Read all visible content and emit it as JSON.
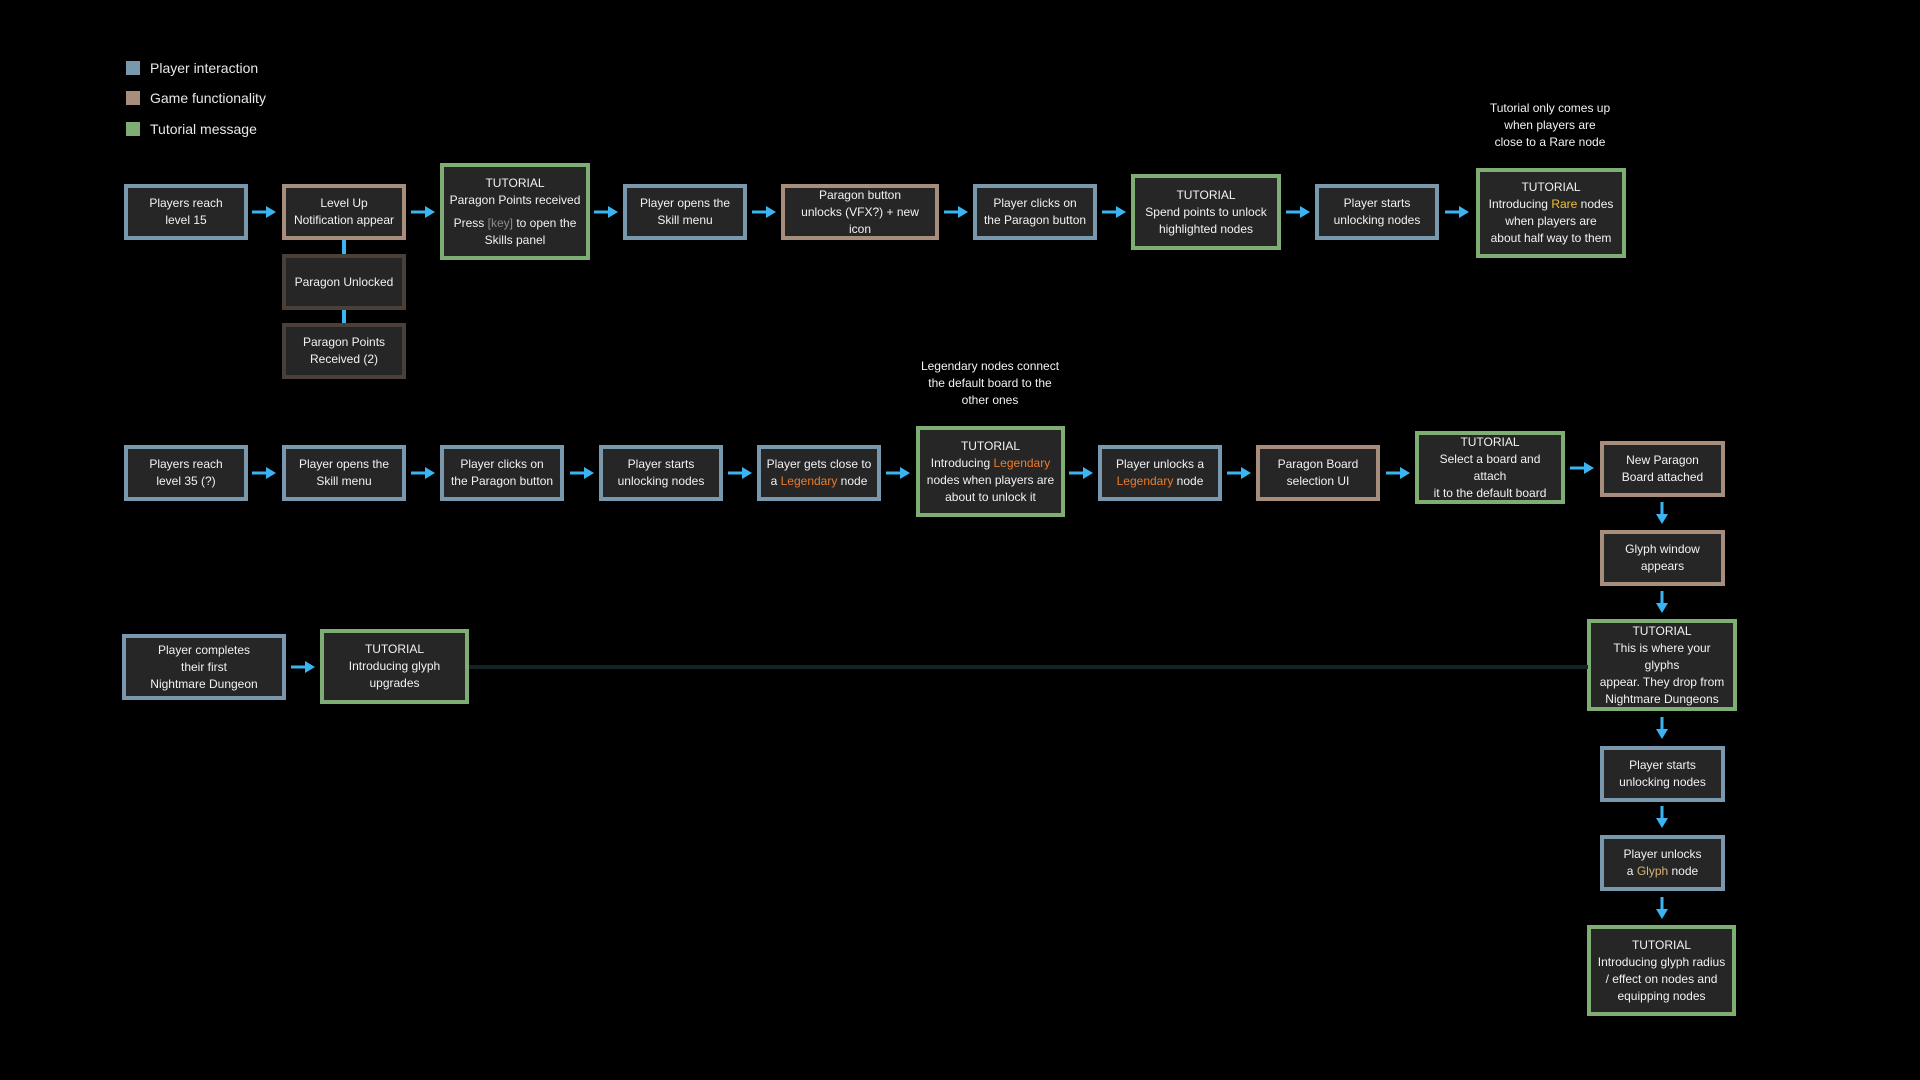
{
  "legend": [
    {
      "label": "Player interaction",
      "color": "#7a98ad"
    },
    {
      "label": "Game functionality",
      "color": "#a78d7c"
    },
    {
      "label": "Tutorial message",
      "color": "#7fae75"
    }
  ],
  "colors": {
    "player": "#7a98ad",
    "game": "#a78d7c",
    "tutorial": "#7fae75",
    "arrow": "#3bb4f2",
    "rare": "#f0c23a",
    "legendary": "#f07a2a",
    "glyph": "#d8b37a"
  },
  "row1": {
    "n1": {
      "line1": "Players reach",
      "line2": "level 15"
    },
    "n2": {
      "line1": "Level Up",
      "line2": "Notification appear"
    },
    "n2a": {
      "line1": "Paragon Unlocked"
    },
    "n2b": {
      "line1": "Paragon Points",
      "line2": "Received (2)"
    },
    "t1": {
      "heading": "TUTORIAL",
      "line1": "Paragon Points received",
      "pre": "Press ",
      "key": "[key]",
      "post": " to open the",
      "line3": "Skills panel"
    },
    "n3": {
      "line1": "Player opens the",
      "line2": "Skill menu"
    },
    "n4": {
      "line1": "Paragon button",
      "line2": "unlocks (VFX?) + new icon"
    },
    "n5": {
      "line1": "Player clicks on",
      "line2": "the Paragon button"
    },
    "t2": {
      "heading": "TUTORIAL",
      "line1": "Spend points to unlock",
      "line2": "highlighted nodes"
    },
    "n6": {
      "line1": "Player starts",
      "line2": "unlocking nodes"
    },
    "t3_note": {
      "line1": "Tutorial only comes up",
      "line2": "when players are",
      "line3": "close to a Rare node"
    },
    "t3": {
      "heading": "TUTORIAL",
      "pre": "Introducing ",
      "hl": "Rare",
      "post": " nodes",
      "line2": "when players are",
      "line3": "about half way to them"
    }
  },
  "row2": {
    "n1": {
      "line1": "Players reach",
      "line2": "level 35 (?)"
    },
    "n2": {
      "line1": "Player opens the",
      "line2": "Skill menu"
    },
    "n3": {
      "line1": "Player clicks on",
      "line2": "the Paragon button"
    },
    "n4": {
      "line1": "Player starts",
      "line2": "unlocking nodes"
    },
    "n5": {
      "line1": "Player gets close to",
      "pre": "a ",
      "hl": "Legendary",
      "post": " node"
    },
    "t1_note": {
      "line1": "Legendary nodes connect",
      "line2": "the default board to the",
      "line3": "other ones"
    },
    "t1": {
      "heading": "TUTORIAL",
      "pre": "Introducing ",
      "hl": "Legendary",
      "line2": "nodes when players are",
      "line3": "about to unlock it"
    },
    "n6": {
      "line1": "Player unlocks a",
      "hl": "Legendary",
      "post": " node"
    },
    "n7": {
      "line1": "Paragon Board",
      "line2": "selection UI"
    },
    "t2": {
      "heading": "TUTORIAL",
      "line1": "Select a board and attach",
      "line2": "it to the default board"
    }
  },
  "column": {
    "n1": {
      "line1": "New Paragon",
      "line2": "Board attached"
    },
    "n2": {
      "line1": "Glyph window",
      "line2": "appears"
    },
    "t1": {
      "heading": "TUTORIAL",
      "line1": "This is where your glyphs",
      "line2": "appear. They drop from",
      "line3": "Nightmare Dungeons"
    },
    "n3": {
      "line1": "Player starts",
      "line2": "unlocking nodes"
    },
    "n4": {
      "line1": "Player unlocks",
      "pre": "a ",
      "hl": "Glyph",
      "post": " node"
    },
    "t2": {
      "heading": "TUTORIAL",
      "line1": "Introducing glyph radius",
      "line2": "/ effect on nodes and",
      "line3": "equipping nodes"
    }
  },
  "row3": {
    "n1": {
      "line1": "Player completes",
      "line2": "their first",
      "line3": "Nightmare Dungeon"
    },
    "t1": {
      "heading": "TUTORIAL",
      "line1": "Introducing glyph",
      "line2": "upgrades"
    }
  }
}
